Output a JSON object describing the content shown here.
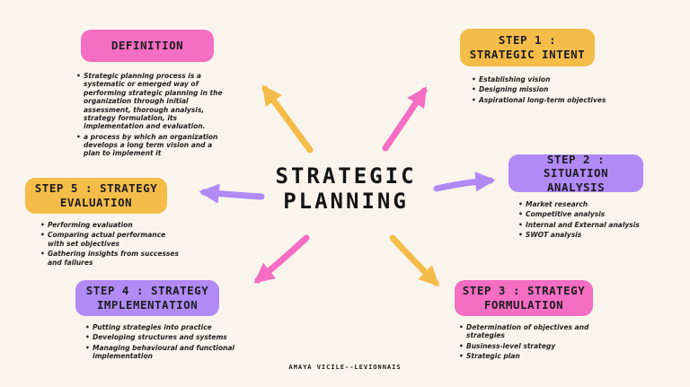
{
  "title": "STRATEGIC PLANNING",
  "author_credit": "AMAYA VICILE--LEVIONNAIS",
  "colors": {
    "background": "#faf5ec",
    "pink": "#f46ec4",
    "yellow": "#f4bd4a",
    "purple": "#b18af5",
    "text": "#1d1d1f"
  },
  "nodes": [
    {
      "id": "definition",
      "label": "DEFINITION",
      "accent": "pink",
      "bullets": [
        "Strategic planning process is a systematic or emerged way of performing strategic planning in the organization through initial assessment, thorough analysis, strategy formulation, its implementation and evaluation.",
        "a process by which an organization develops a long term vision and a plan to implement it"
      ]
    },
    {
      "id": "step-1",
      "label": "STEP 1 : STRATEGIC INTENT",
      "accent": "yellow",
      "bullets": [
        "Establishing vision",
        "Designing mission",
        "Aspirational long-term objectives"
      ]
    },
    {
      "id": "step-2",
      "label": "STEP 2 : SITUATION ANALYSIS",
      "accent": "purple",
      "bullets": [
        "Market research",
        "Competitive analysis",
        "Internal and External analysis",
        "SWOT analysis"
      ]
    },
    {
      "id": "step-3",
      "label": "STEP 3 : STRATEGY FORMULATION",
      "accent": "pink",
      "bullets": [
        "Determination of objectives and strategies",
        "Business-level strategy",
        "Strategic plan"
      ]
    },
    {
      "id": "step-4",
      "label": "STEP 4 : STRATEGY IMPLEMENTATION",
      "accent": "purple",
      "bullets": [
        "Putting strategies into practice",
        "Developing structures and systems",
        "Managing behavioural and functional implementation"
      ]
    },
    {
      "id": "step-5",
      "label": "STEP 5 : STRATEGY EVALUATION",
      "accent": "yellow",
      "bullets": [
        "Performing evaluation",
        "Comparing actual performance with set objectives",
        "Gathering insights from successes and failures"
      ]
    }
  ]
}
